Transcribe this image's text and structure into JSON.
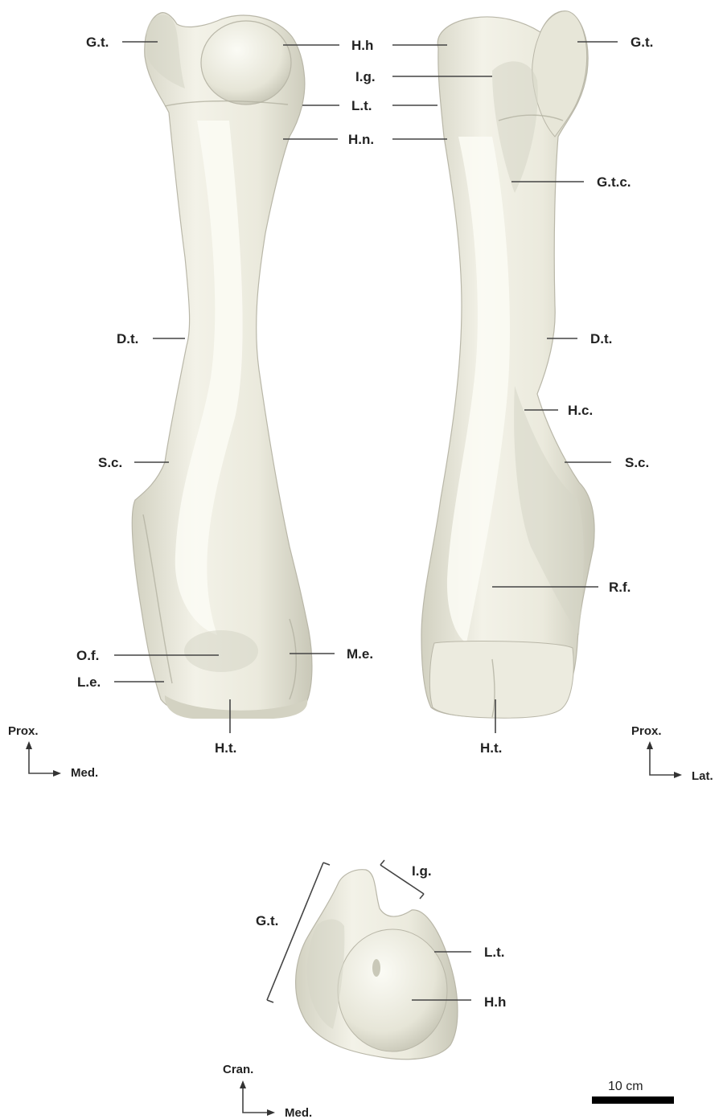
{
  "colors": {
    "bone_light": "#f3f2e8",
    "bone_mid": "#dcdbcb",
    "bone_shadow": "#b9b7a8",
    "leader": "#444444",
    "scale_bar": "#000000"
  },
  "views": {
    "left": {
      "labels": {
        "gt": "G.t.",
        "hh": "H.h",
        "lt": "L.t.",
        "hn": "H.n.",
        "dt": "D.t.",
        "sc": "S.c.",
        "of": "O.f.",
        "le": "L.e.",
        "me": "M.e.",
        "ht": "H.t."
      },
      "axes": {
        "up": "Prox.",
        "side": "Med."
      }
    },
    "right": {
      "labels": {
        "hh": "H.h",
        "gt": "G.t.",
        "ig": "I.g.",
        "lt": "L.t.",
        "hn": "H.n.",
        "gtc": "G.t.c.",
        "dt": "D.t.",
        "hc": "H.c.",
        "sc": "S.c.",
        "rf": "R.f.",
        "ht": "H.t."
      },
      "axes": {
        "up": "Prox.",
        "side": "Lat."
      }
    },
    "bottom": {
      "labels": {
        "ig": "I.g.",
        "gt": "G.t.",
        "lt": "L.t.",
        "hh": "H.h"
      },
      "axes": {
        "up": "Cran.",
        "side": "Med."
      }
    }
  },
  "scale_bar": {
    "label": "10 cm"
  }
}
